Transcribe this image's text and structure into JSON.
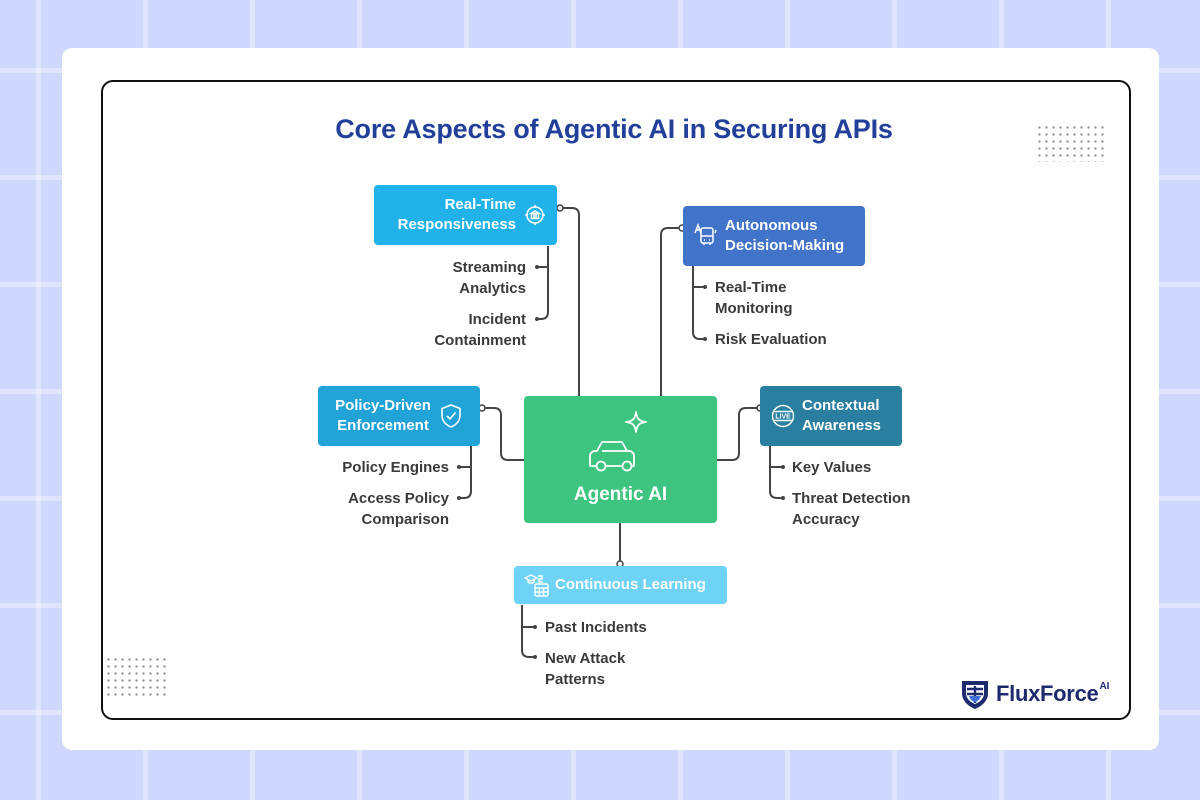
{
  "title": "Core Aspects of Agentic AI in Securing APIs",
  "center": {
    "label": "Agentic AI",
    "icon": "car-sparkle-icon",
    "color": "#3dc47e"
  },
  "aspects": [
    {
      "id": "real-time-responsiveness",
      "label_lines": [
        "Real-Time",
        "Responsiveness"
      ],
      "icon": "bank-target-icon",
      "color": "#22b2ea",
      "items": [
        {
          "lines": [
            "Streaming",
            "Analytics"
          ]
        },
        {
          "lines": [
            "Incident",
            "Containment"
          ]
        }
      ]
    },
    {
      "id": "autonomous-decision-making",
      "label_lines": [
        "Autonomous",
        "Decision-Making"
      ],
      "icon": "translate-bus-icon",
      "color": "#4173c9",
      "items": [
        {
          "lines": [
            "Real-Time",
            "Monitoring"
          ]
        },
        {
          "lines": [
            "Risk Evaluation"
          ]
        }
      ]
    },
    {
      "id": "policy-driven-enforcement",
      "label_lines": [
        "Policy-Driven",
        "Enforcement"
      ],
      "icon": "shield-check-icon",
      "color": "#21a3d8",
      "items": [
        {
          "lines": [
            "Policy Engines"
          ]
        },
        {
          "lines": [
            "Access Policy",
            "Comparison"
          ]
        }
      ]
    },
    {
      "id": "contextual-awareness",
      "label_lines": [
        "Contextual",
        "Awareness"
      ],
      "icon": "live-globe-icon",
      "color": "#2a7fa0",
      "items": [
        {
          "lines": [
            "Key Values"
          ]
        },
        {
          "lines": [
            "Threat Detection",
            "Accuracy"
          ]
        }
      ]
    },
    {
      "id": "continuous-learning",
      "label_lines": [
        "Continuous Learning"
      ],
      "icon": "graduation-cap-calculator-icon",
      "color": "#6fd3f7",
      "items": [
        {
          "lines": [
            "Past Incidents"
          ]
        },
        {
          "lines": [
            "New Attack",
            "Patterns"
          ]
        }
      ]
    }
  ],
  "logo": {
    "name": "FluxForce",
    "superscript": "AI",
    "icon": "shield-logo-icon",
    "color": "#1d2b6e"
  }
}
